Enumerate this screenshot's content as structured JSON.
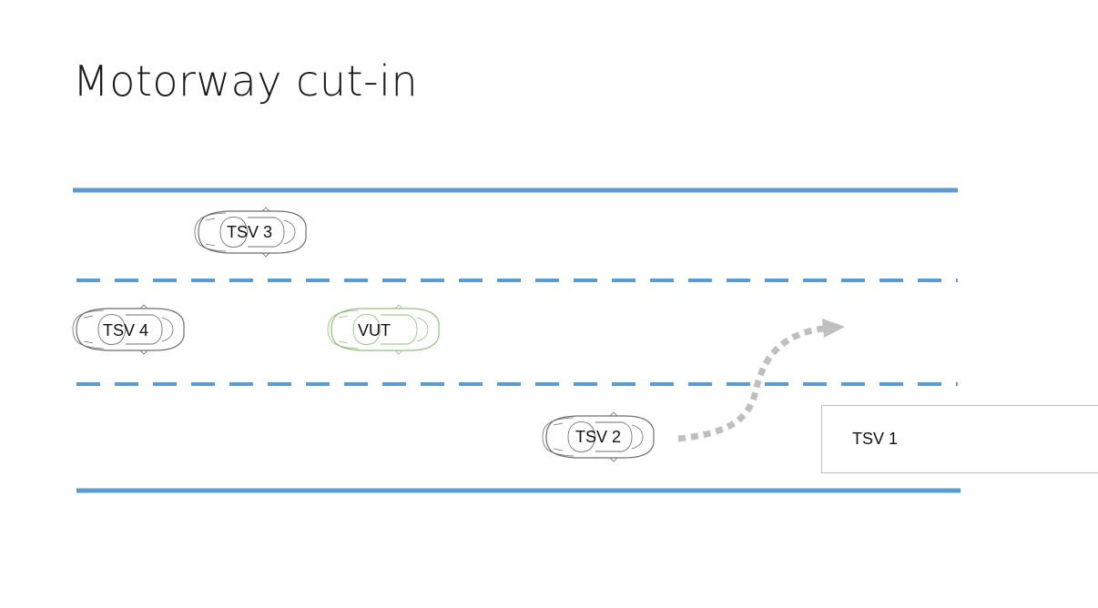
{
  "title": "Motorway cut-in",
  "vehicles": {
    "tsv3": "TSV 3",
    "tsv4": "TSV 4",
    "vut": "VUT",
    "tsv2": "TSV 2",
    "tsv1": "TSV 1"
  },
  "colors": {
    "lane": "#5b9bd5",
    "car_outline": "#6e6e6e",
    "vut_outline": "#8fc07a",
    "arrow": "#bfbfbf"
  }
}
